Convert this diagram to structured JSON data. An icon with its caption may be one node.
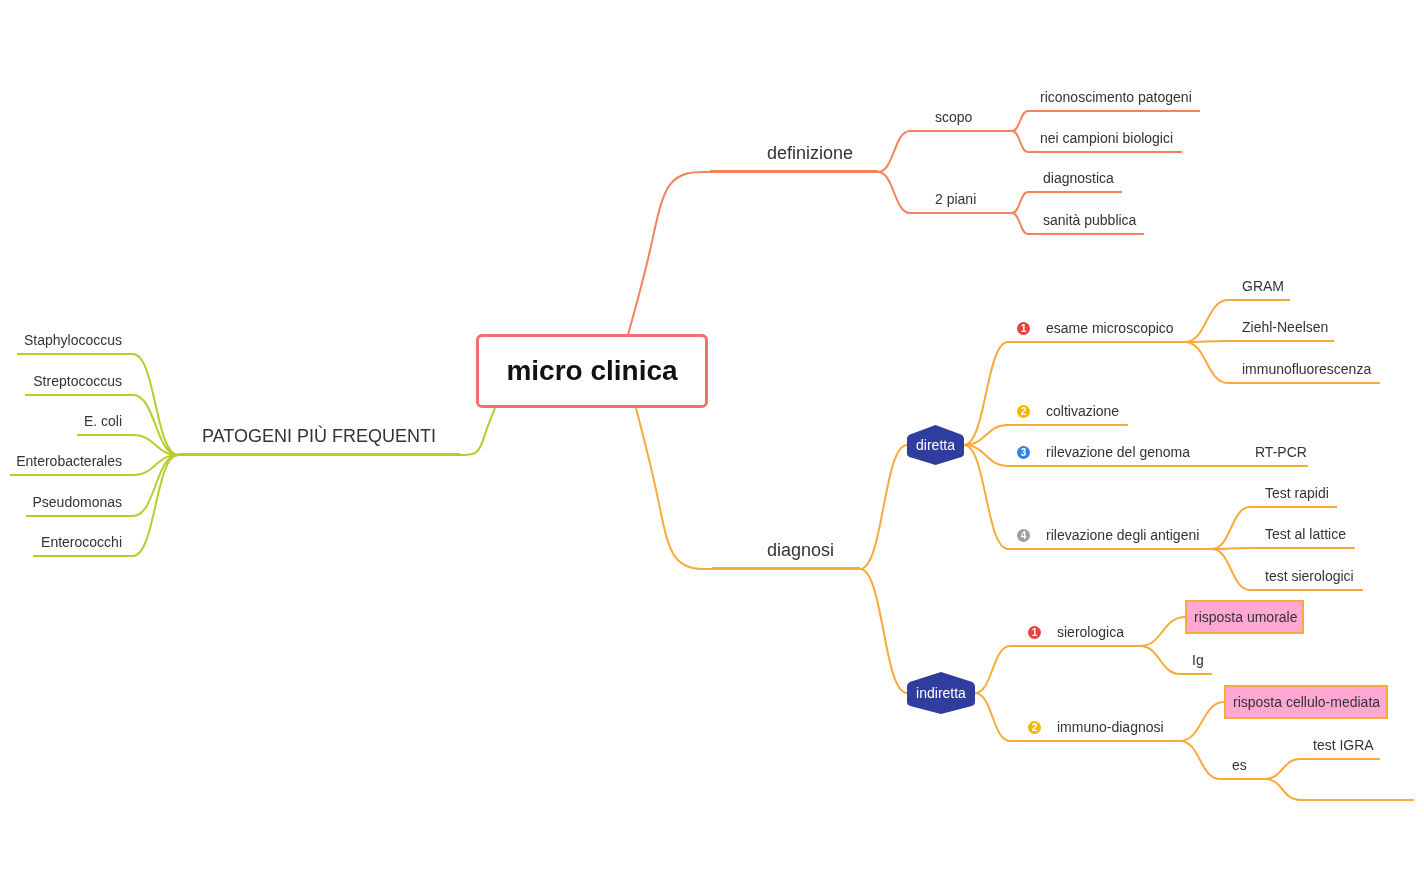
{
  "diagram": {
    "nodes": [
      {
        "text": [
          "micro clinica"
        ]
      },
      {
        "text": [
          "definizione"
        ]
      },
      {
        "text": [
          "scopo"
        ]
      },
      {
        "text": [
          "riconoscimento patogeni"
        ]
      },
      {
        "text": [
          "nei campioni biologici"
        ]
      },
      {
        "text": [
          "2 piani"
        ]
      },
      {
        "text": [
          "diagnostica"
        ]
      },
      {
        "text": [
          "sanità pubblica"
        ]
      },
      {
        "text": [
          "diagnosi"
        ]
      },
      {
        "text": [
          "diretta"
        ]
      },
      {
        "text": [
          "esame microscopico"
        ],
        "beside": [
          "1"
        ]
      },
      {
        "text": [
          "GRAM"
        ]
      },
      {
        "text": [
          "Ziehl-Neelsen"
        ]
      },
      {
        "text": [
          "immunofluorescenza"
        ]
      },
      {
        "text": [
          "coltivazione"
        ],
        "beside": [
          "2"
        ]
      },
      {
        "text": [
          "rilevazione del genoma"
        ],
        "beside": [
          "3"
        ]
      },
      {
        "text": [
          "RT-PCR"
        ]
      },
      {
        "text": [
          "rilevazione degli antigeni"
        ],
        "beside": [
          "4"
        ]
      },
      {
        "text": [
          "Test rapidi"
        ]
      },
      {
        "text": [
          "Test al lattice"
        ]
      },
      {
        "text": [
          "test sierologici"
        ]
      },
      {
        "text": [
          "indiretta"
        ]
      },
      {
        "text": [
          "sierologica"
        ],
        "beside": [
          "1"
        ]
      },
      {
        "text": [
          "risposta umorale"
        ]
      },
      {
        "text": [
          "Ig"
        ]
      },
      {
        "text": [
          "immuno-diagnosi"
        ],
        "beside": [
          "2"
        ]
      },
      {
        "text": [
          "risposta cellulo-mediata"
        ]
      },
      {
        "text": [
          "es"
        ]
      },
      {
        "text": [
          "test IGRA"
        ]
      },
      {
        "text": [],
        "shape": "line"
      },
      {
        "text": [
          "PATOGENI PIÙ FREQUENTI"
        ]
      },
      {
        "text": [
          "Staphylococcus"
        ]
      },
      {
        "text": [
          "Streptococcus"
        ]
      },
      {
        "text": [
          "E. coli"
        ]
      },
      {
        "text": [
          "Enterobacterales"
        ]
      },
      {
        "text": [
          "Pseudomonas"
        ]
      },
      {
        "text": [
          "Enterococchi"
        ]
      }
    ],
    "edges": [
      {
        "from": 0,
        "to": 1,
        "arrow": "none",
        "color": "#f4825b"
      },
      {
        "from": 1,
        "to": 2,
        "arrow": "none",
        "color": "#f4825b"
      },
      {
        "from": 2,
        "to": 3,
        "arrow": "none",
        "color": "#f4825b"
      },
      {
        "from": 2,
        "to": 4,
        "arrow": "none",
        "color": "#f4825b"
      },
      {
        "from": 1,
        "to": 5,
        "arrow": "none",
        "color": "#f4825b"
      },
      {
        "from": 5,
        "to": 6,
        "arrow": "none",
        "color": "#f4825b"
      },
      {
        "from": 5,
        "to": 7,
        "arrow": "none",
        "color": "#f4825b"
      },
      {
        "from": 0,
        "to": 8,
        "arrow": "none"
      },
      {
        "from": 8,
        "to": 9,
        "arrow": "none"
      },
      {
        "from": 9,
        "to": 10,
        "arrow": "none"
      },
      {
        "from": 10,
        "to": 11,
        "arrow": "none"
      },
      {
        "from": 10,
        "to": 12,
        "arrow": "none"
      },
      {
        "from": 10,
        "to": 13,
        "arrow": "none"
      },
      {
        "from": 9,
        "to": 14,
        "arrow": "none"
      },
      {
        "from": 9,
        "to": 15,
        "arrow": "none"
      },
      {
        "from": 15,
        "to": 16,
        "arrow": "none"
      },
      {
        "from": 9,
        "to": 17,
        "arrow": "none"
      },
      {
        "from": 17,
        "to": 18,
        "arrow": "none"
      },
      {
        "from": 17,
        "to": 19,
        "arrow": "none"
      },
      {
        "from": 17,
        "to": 20,
        "arrow": "none"
      },
      {
        "from": 8,
        "to": 21,
        "arrow": "none"
      },
      {
        "from": 21,
        "to": 22,
        "arrow": "none"
      },
      {
        "from": 22,
        "to": 23,
        "arrow": "none"
      },
      {
        "from": 22,
        "to": 24,
        "arrow": "none"
      },
      {
        "from": 21,
        "to": 25,
        "arrow": "none"
      },
      {
        "from": 25,
        "to": 26,
        "arrow": "none"
      },
      {
        "from": 25,
        "to": 27,
        "arrow": "none"
      },
      {
        "from": 27,
        "to": 28,
        "arrow": "none"
      },
      {
        "from": 27,
        "to": 29,
        "arrow": "none"
      },
      {
        "from": 0,
        "to": 30,
        "arrow": "none",
        "color": "#b8cc2b"
      },
      {
        "from": 30,
        "to": 31,
        "arrow": "none",
        "color": "#b8cc2b"
      },
      {
        "from": 30,
        "to": 32,
        "arrow": "none",
        "color": "#b8cc2b"
      },
      {
        "from": 30,
        "to": 33,
        "arrow": "none",
        "color": "#b8cc2b"
      },
      {
        "from": 30,
        "to": 34,
        "arrow": "none",
        "color": "#b8cc2b"
      },
      {
        "from": 30,
        "to": 35,
        "arrow": "none",
        "color": "#b8cc2b"
      },
      {
        "from": 30,
        "to": 36,
        "arrow": "none",
        "color": "#b8cc2b"
      }
    ]
  }
}
